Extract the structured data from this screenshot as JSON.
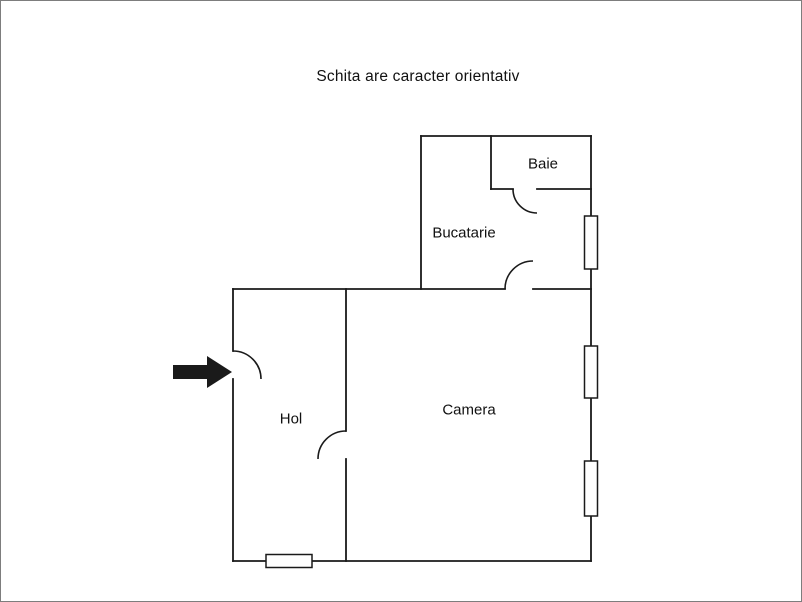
{
  "title": "Schita are caracter orientativ",
  "floorplan": {
    "rooms": [
      {
        "id": "baie",
        "label": "Baie"
      },
      {
        "id": "bucatarie",
        "label": "Bucatarie"
      },
      {
        "id": "hol",
        "label": "Hol"
      },
      {
        "id": "camera",
        "label": "Camera"
      }
    ],
    "icons": {
      "entrance": "entrance-arrow-icon"
    },
    "colors": {
      "walls": "#1a1a1a",
      "background": "#ffffff",
      "frame": "#7d7d7d"
    }
  }
}
